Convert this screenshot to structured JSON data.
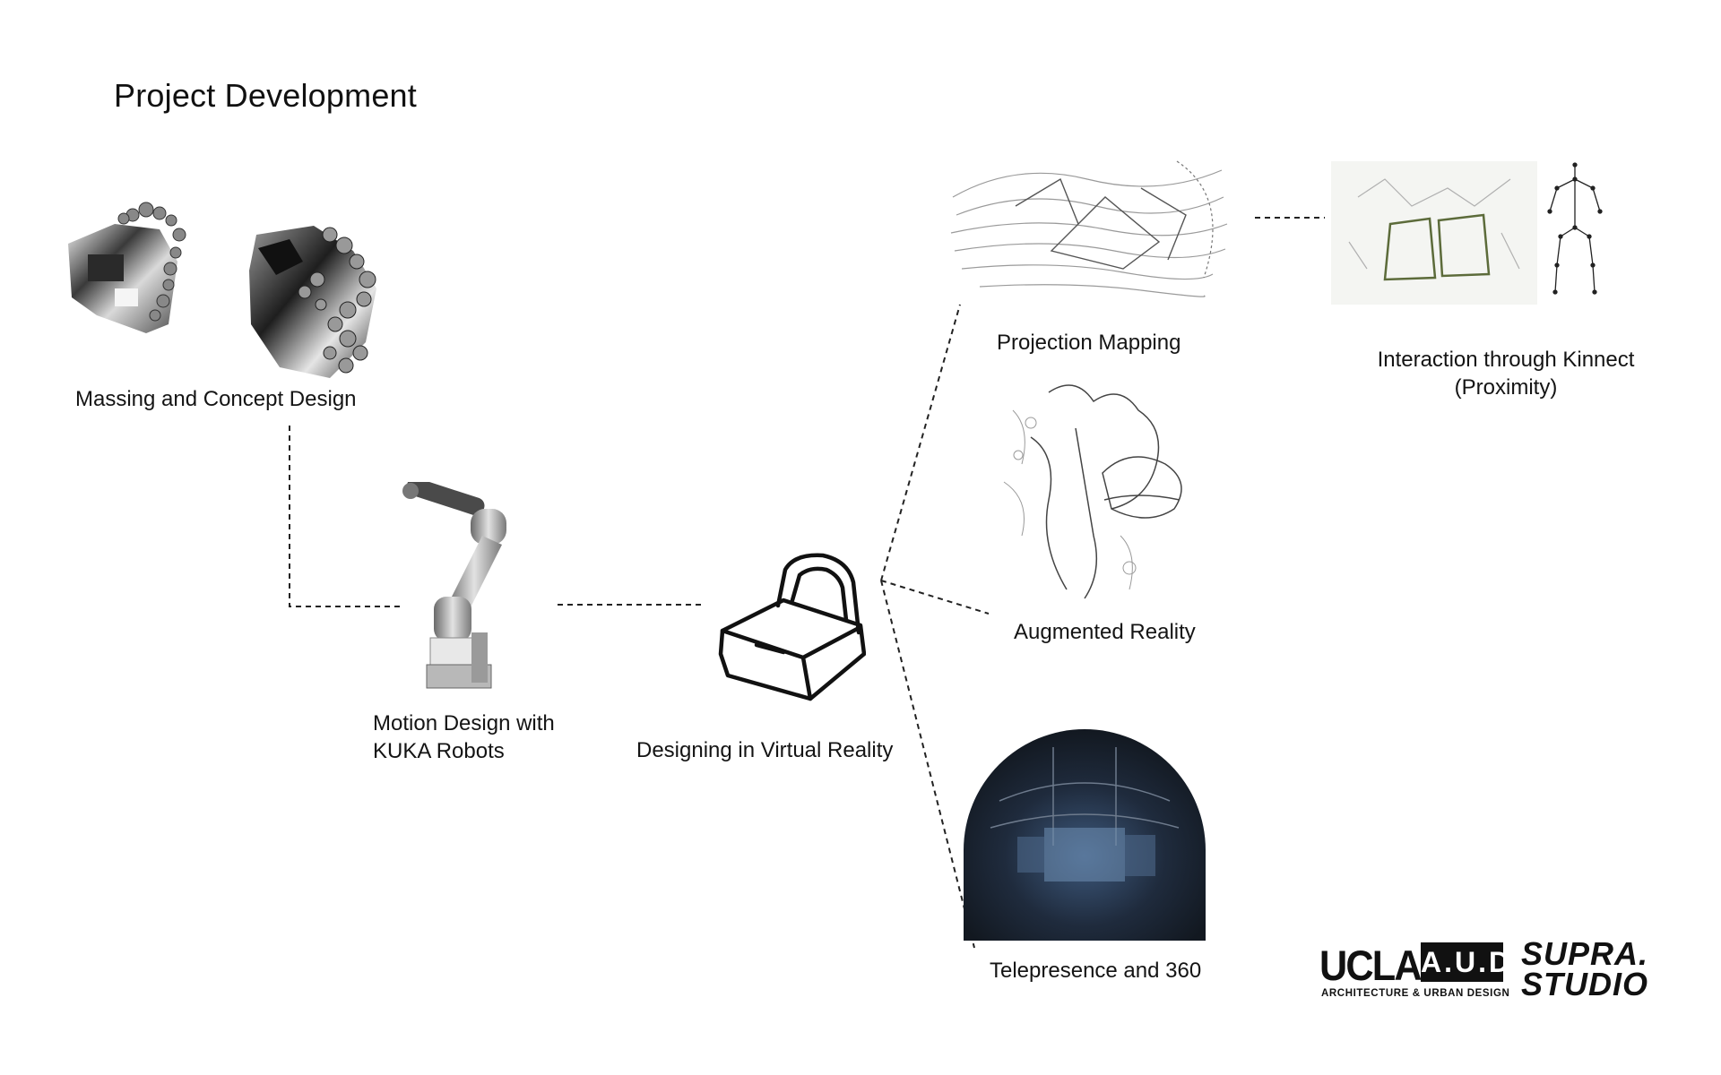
{
  "title": "Project Development",
  "nodes": {
    "massing": {
      "label": "Massing and Concept Design"
    },
    "kuka": {
      "lines": [
        "Motion Design with",
        "KUKA Robots"
      ]
    },
    "vr": {
      "label": "Designing in Virtual Reality"
    },
    "projection": {
      "label": "Projection Mapping"
    },
    "kinnect": {
      "lines": [
        "Interaction through Kinnect",
        "(Proximity)"
      ]
    },
    "ar": {
      "label": "Augmented Reality"
    },
    "telepresence": {
      "label": "Telepresence and 360"
    }
  },
  "logos": {
    "ucla": "UCLA",
    "aud": "A.U.D",
    "aud_sub": "ARCHITECTURE & URBAN DESIGN",
    "supra": [
      "SUPRA.",
      "STUDIO"
    ]
  },
  "colors": {
    "ink": "#111111",
    "connector": "#222222",
    "sphere": "#1c2433"
  }
}
